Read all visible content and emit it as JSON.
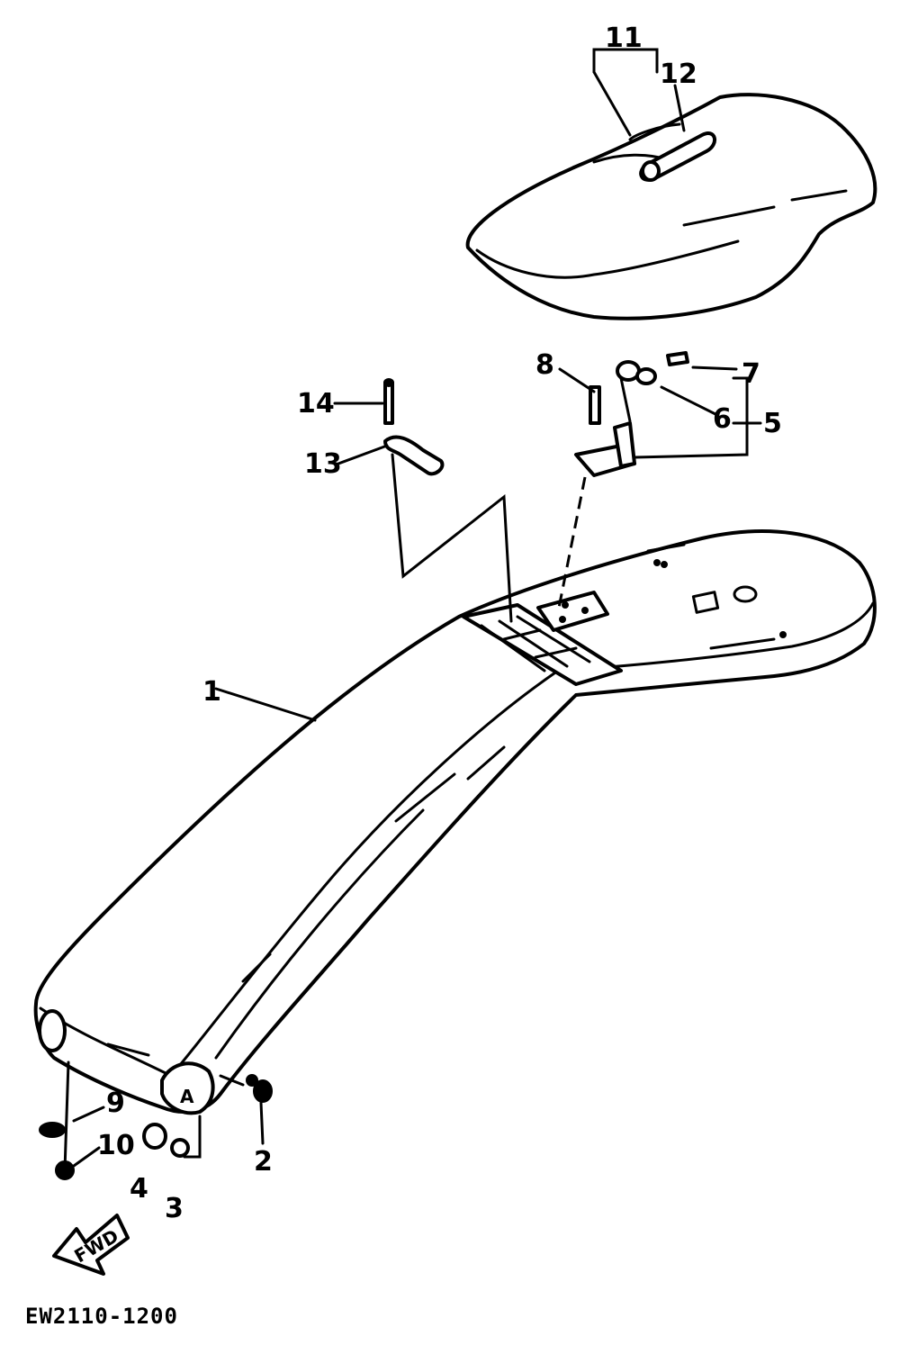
{
  "diagram": {
    "drawing_code": "EW2110-1200",
    "direction_label": "FWD",
    "callouts": {
      "c1": "1",
      "c2": "2",
      "c3": "3",
      "c4": "4",
      "c5": "5",
      "c6": "6",
      "c7": "7",
      "c8": "8",
      "c9": "9",
      "c10": "10",
      "c11": "11",
      "c12": "12",
      "c13": "13",
      "c14": "14"
    }
  },
  "colors": {
    "ink": "#000000",
    "paper": "#ffffff"
  }
}
